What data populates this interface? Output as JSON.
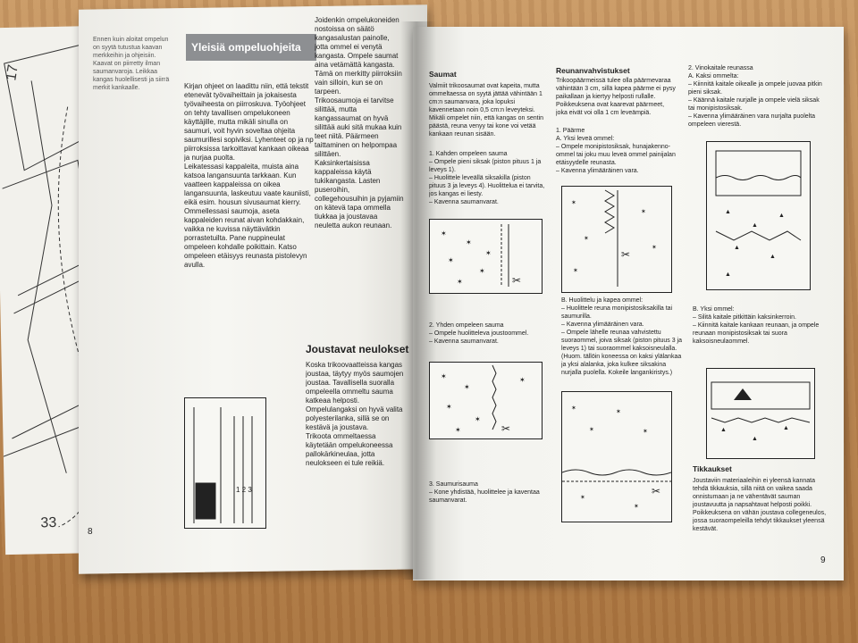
{
  "left_page": {
    "header": "Yleisiä ompeluohjeita",
    "page_number": "8",
    "col_a_text": "Ennen kuin aloitat ompelun on syytä tutustua kaavan merkkeihin ja ohjeisiin. Kaavat on piirretty ilman saumanvaroja. Leikkaa kangas huolellisesti ja siirrä merkit kankaalle.",
    "col_b_text": "Kirjan ohjeet on laadittu niin, että tekstit etenevät työvaiheittain ja jokaisesta työvaiheesta on piirroskuva. Työohjeet on tehty tavallisen ompelukoneen käyttäjille, mutta mikäli sinulla on saumuri, voit hyvin soveltaa ohjeita saumurillesi sopiviksi. Lyhenteet op ja np piirroksissa tarkoittavat kankaan oikeaa ja nurjaa puolta.\nLeikatessasi kappaleita, muista aina katsoa langansuunta tarkkaan. Kun vaatteen kappaleissa on oikea langansuunta, laskeutuu vaate kauniisti, eikä esim. housun sivusaumat kierry.\nOmmellessasi saumoja, aseta kappaleiden reunat aivan kohdakkain, vaikka ne kuvissa näyttävätkin porrastetuilta. Pane nuppineulat ompeleen kohdalle poikittain. Katso ompeleen etäisyys reunasta pistolevyn avulla.",
    "col_c_text": "Joidenkin ompelukoneiden nostoissa on säätö kangasalustan painolle, jotta ommel ei venytä kangasta. Ompele saumat aina vetämättä kangasta. Tämä on merkitty piirroksiin vain silloin, kun se on tarpeen.\nTrikoosaumoja ei tarvitse silittää, mutta kangassaumat on hyvä silittää auki sitä mukaa kuin teet niitä. Päärmeen taittaminen on helpompaa silittäen.\nKaksinkertaisissa kappaleissa käytä tukikangasta. Lasten puseroihin, collegehousuihin ja pyjamiin on kätevä tapa ommella tiukkaa ja joustavaa neuletta aukon reunaan.",
    "col_c_heading": "Joustavat neulokset",
    "col_c_text2": "Koska trikoovaatteissa kangas joustaa, täytyy myös saumojen joustaa. Tavallisella suoralla ompeleella ommeltu sauma katkeaa helposti. Ompelulangaksi on hyvä valita polyesterilanka, sillä se on kestävä ja joustava.\nTrikoota ommeltaessa käytetään ompelukoneessa pallokärkineulaa, jotta neulokseen ei tule reikiä."
  },
  "right_page": {
    "page_number": "9",
    "col1": {
      "heading": "Saumat",
      "intro": "Valmiit trikoosaumat ovat kapeita, mutta ommeltaessa on syytä jättää vähintään 1 cm:n saumanvara, joka lopuksi kavennetaan noin 0,5 cm:n leveyteksi. Mikäli ompelet niin, että kangas on sentin päästä, reuna venyy tai kone voi vetää kankaan reunan sisään.",
      "step1": "1. Kahden ompeleen sauma\n– Ompele pieni siksak (piston pituus 1 ja leveys 1).\n– Huolittele leveällä siksakilla (piston pituus 3 ja leveys 4). Huolittelua ei tarvita, jos kangas ei liesty.\n– Kavenna saumanvarat.",
      "step2": "2. Yhden ompeleen sauma\n– Ompele huolitteleva joustoommel.\n– Kavenna saumanvarat.",
      "step3": "3. Saumurisauma\n– Kone yhdistää, huolittelee ja kaventaa saumanvarat."
    },
    "col2": {
      "heading": "Reunanvahvistukset",
      "intro": "Trikoopäärmeissä tulee olla päärmevaraa vähintään 3 cm, sillä kapea päärme ei pysy paikallaan ja kiertyy helposti rullalle. Poikkeuksena ovat kaarevat päärmeet, joka eivät voi olla 1 cm leveämpiä.",
      "partA": "1. Päärme\nA. Yksi leveä ommel:\n– Ompele monipistosiksak, hunajakenno-ommel tai joku muu leveä ommel painijalan etäisyydelle reunasta.\n– Kavenna ylimääräinen vara.",
      "partB": "B. Huolittelu ja kapea ommel:\n– Huolittele reuna monipistosiksakilla tai saumurilla.\n– Kavenna ylimääräinen vara.\n– Ompele lähelle reunaa vahvistettu suoraommel, joiva siksak (piston pituus 3 ja leveys 1) tai suoraommel kaksoisneulalla. (Huom. tällöin koneessa on kaksi ylälankaa ja yksi alalanka, joka kulkee siksakina nurjalla puolella. Kokeile langankiristys.)"
    },
    "col3": {
      "partA": "2. Vinokaitale reunassa\nA. Kaksi ommelta:\n– Kiinnitä kaitale oikealle ja ompele juovaa pitkin pieni siksak.\n– Käännä kaitale nurjalle ja ompele vielä siksak tai monipistosiksak.\n– Kavenna ylimääräinen vara nurjalta puolelta ompeleen vierestä.",
      "partB": "B. Yksi ommel:\n– Silitä kaitale pitkittäin kaksinkerroin.\n– Kiinnitä kaitale kankaan reunaan, ja ompele reunaan monipistosiksak tai suora kaksoisneulaommel.",
      "heading2": "Tikkaukset",
      "text2": "Joustaviin materiaaleihin ei yleensä kannata tehdä tikkauksia, sillä niitä on vaikea saada onnistumaan ja ne vähentävät sauman joustavuutta ja napsahtavat helposti poikki. Poikkeuksena on vähän joustava collegeneulos, jossa suoraompeleilla tehdyt tikkaukset yleensä kestävät."
    }
  }
}
